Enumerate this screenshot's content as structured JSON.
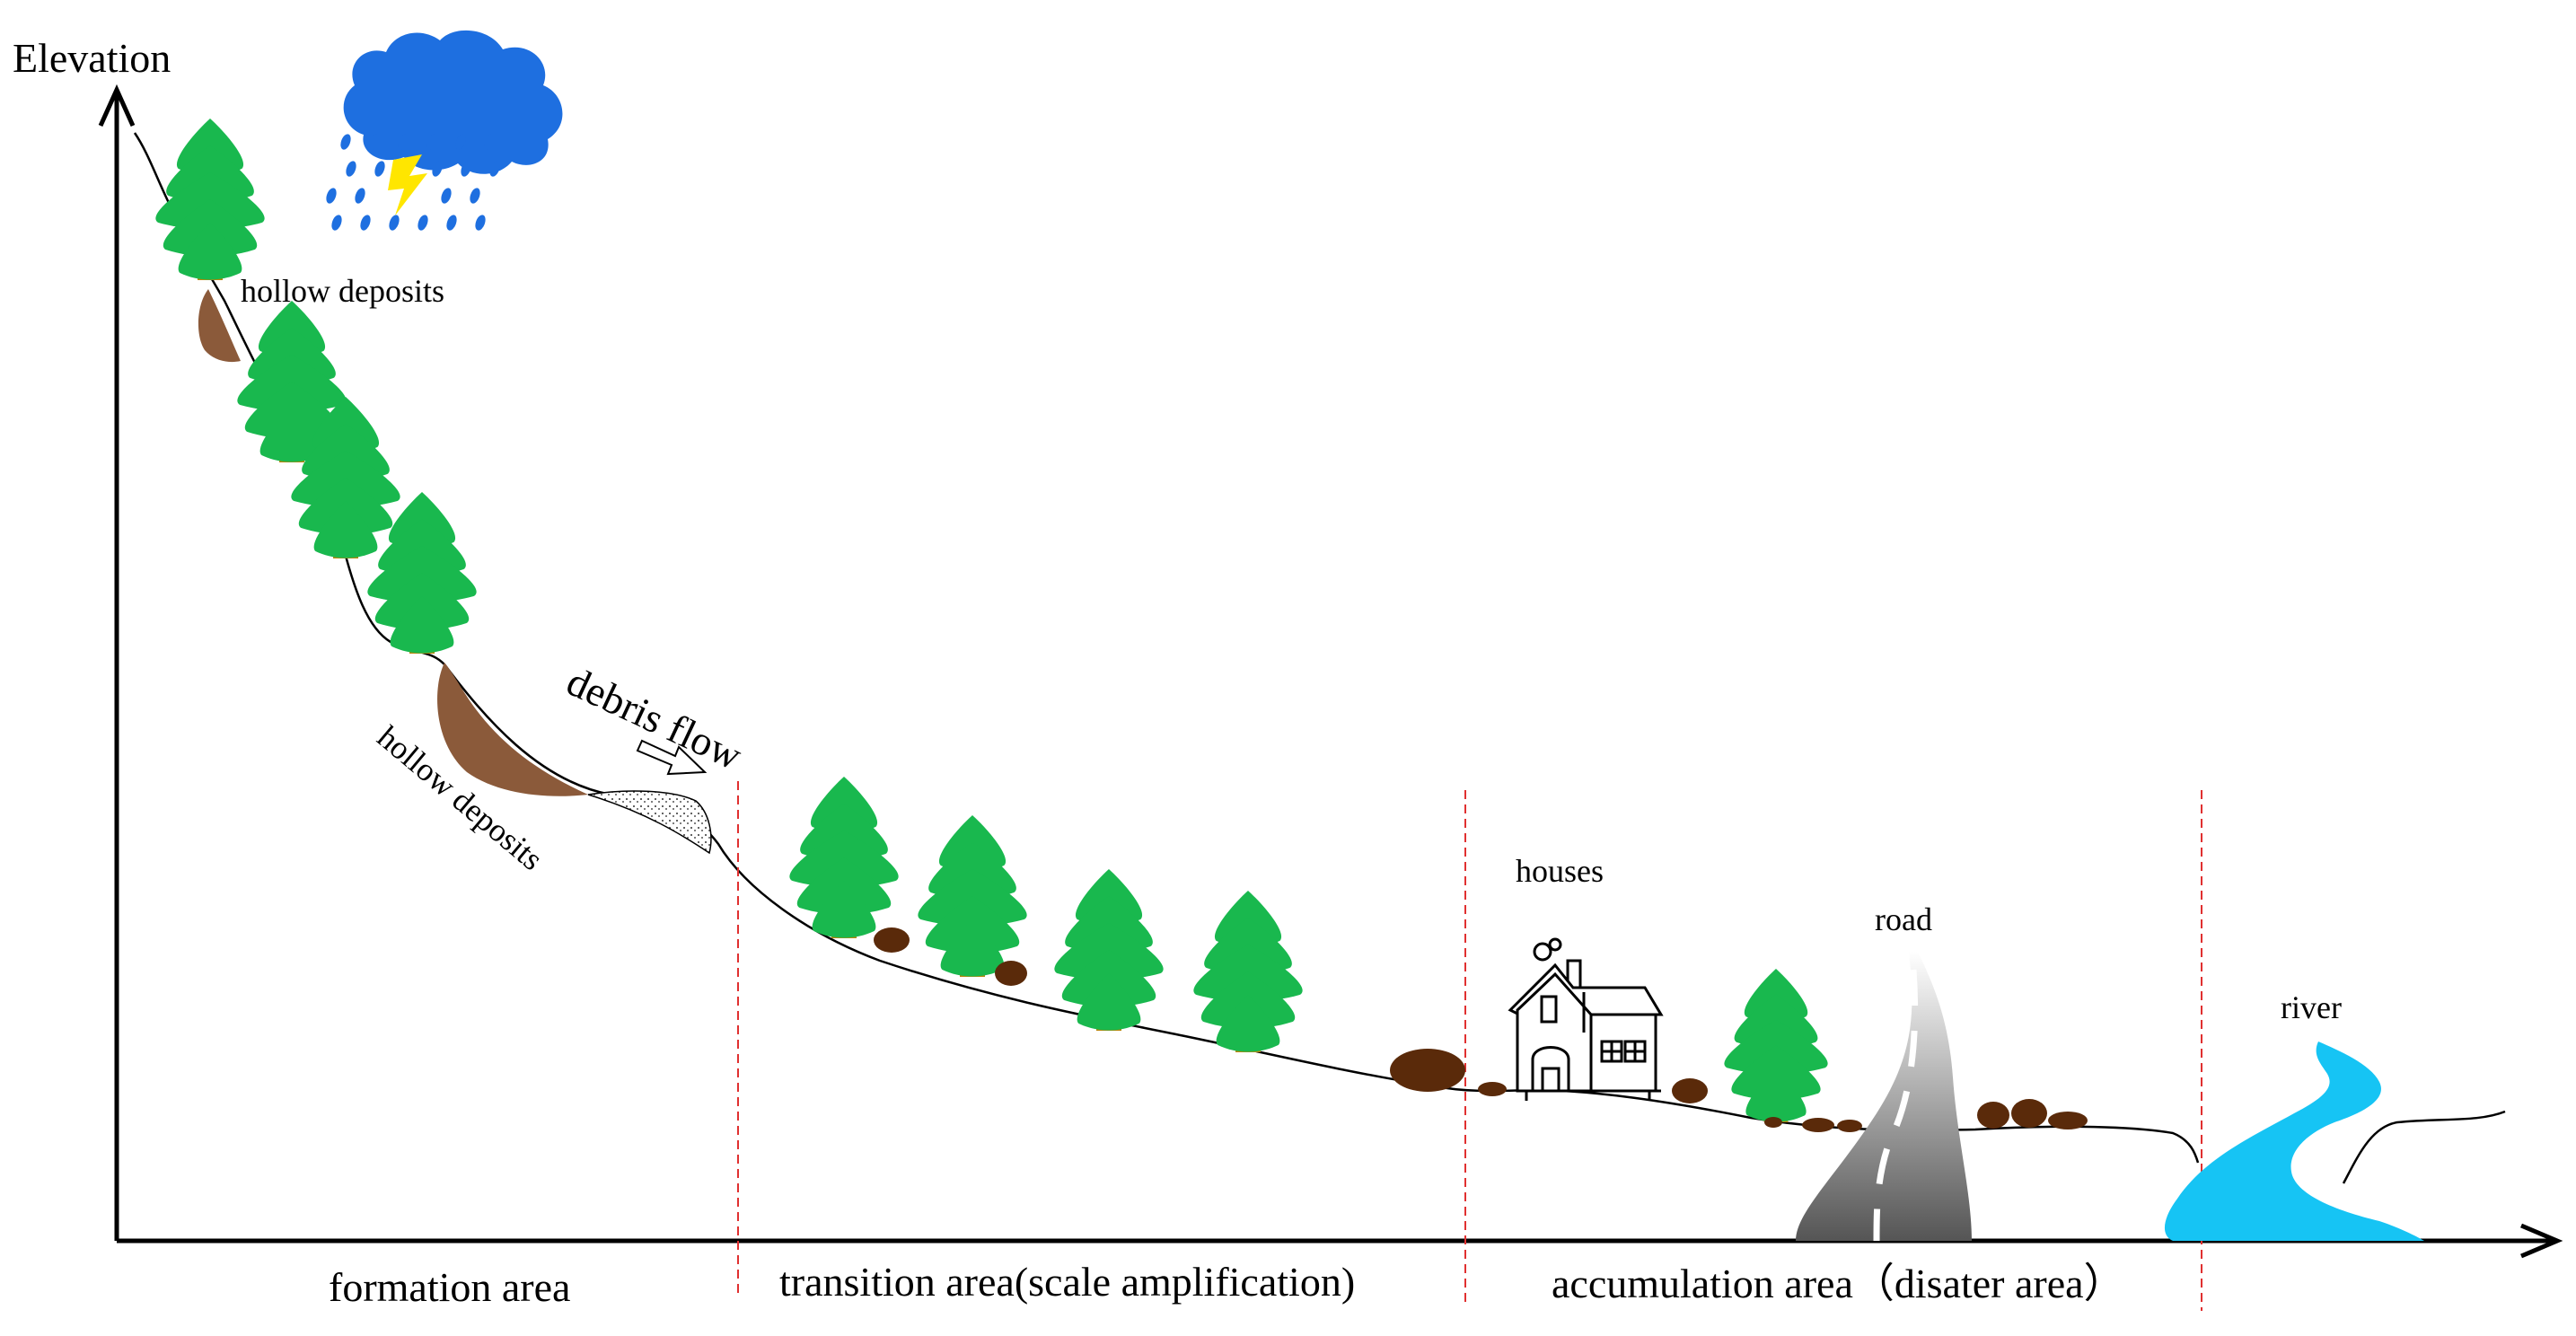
{
  "axis": {
    "y_label": "Elevation"
  },
  "labels": {
    "hollow_deposits_upper": "hollow deposits",
    "hollow_deposits_lower": "hollow deposits",
    "debris_flow": "debris flow",
    "houses": "houses",
    "road": "road",
    "river": "river"
  },
  "zones": [
    {
      "label": "formation area"
    },
    {
      "label": "transition area(scale amplification)"
    },
    {
      "label": "accumulation area（disater area）"
    }
  ],
  "colors": {
    "tree_green": "#19b84e",
    "tree_trunk": "#b8860b",
    "deposit_brown": "#8b5a3a",
    "boulder_brown": "#5a2a0a",
    "cloud_blue": "#1e6fe0",
    "rain_blue": "#1e6fe0",
    "lightning_yellow": "#ffe600",
    "river_cyan": "#16c4f4",
    "zone_divider_red": "#e03030"
  },
  "icons": [
    "tree-icon",
    "cloud-icon",
    "lightning-icon",
    "house-icon",
    "road-icon",
    "river-icon",
    "arrow-icon",
    "boulder-icon"
  ]
}
